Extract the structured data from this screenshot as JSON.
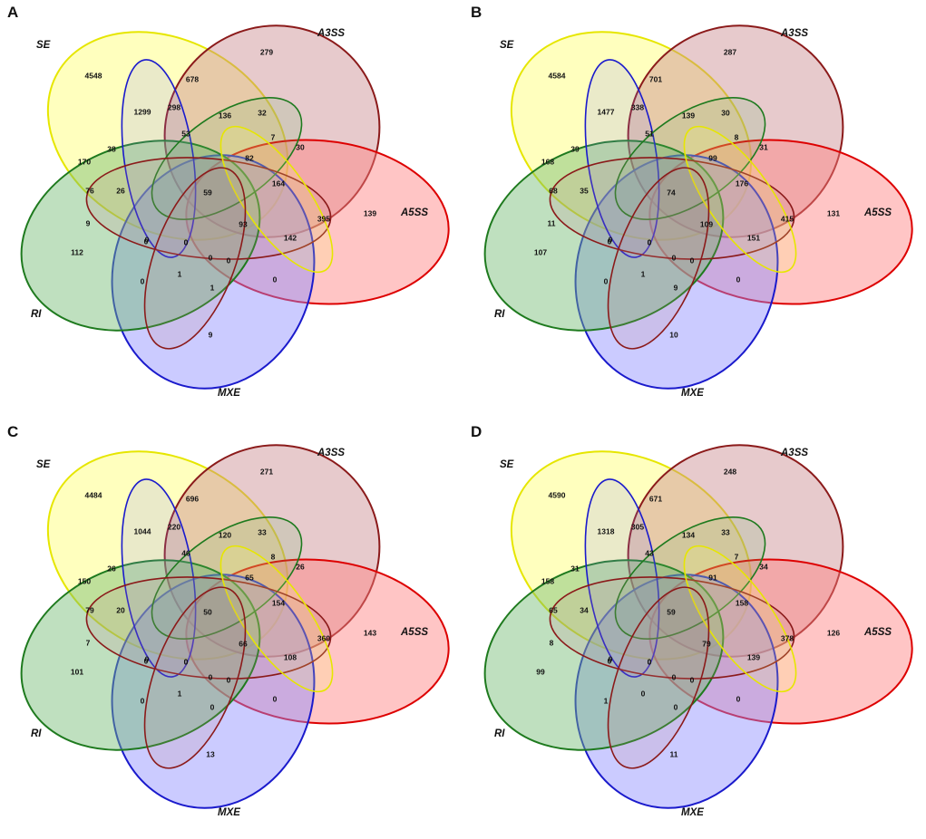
{
  "sets": {
    "SE": {
      "label": "SE",
      "fill": "#ffff6e",
      "stroke": "#e6e600"
    },
    "A3SS": {
      "label": "A3SS",
      "fill": "#c98a8f",
      "stroke": "#8b1a1a"
    },
    "A5SS": {
      "label": "A5SS",
      "fill": "#ff7f7f",
      "stroke": "#dd0000"
    },
    "MXE": {
      "label": "MXE",
      "fill": "#8c8cff",
      "stroke": "#1a1acc"
    },
    "RI": {
      "label": "RI",
      "fill": "#70bb70",
      "stroke": "#1e7a1e"
    }
  },
  "panels": [
    {
      "label": "A",
      "counts": {
        "se_only": "4548",
        "a3ss_only": "279",
        "a5ss_only": "139",
        "mxe_only": "9",
        "ri_only": "112",
        "se_a3ss": "678",
        "se_mxe": "1299",
        "se_ri": "170",
        "se_a5ss": "395",
        "a3ss_a5ss": "30",
        "ri_a5ss": "9",
        "ri_mxe": "0",
        "mxe_a5ss": "0",
        "se_a3ss_mxe": "298",
        "se_a3ss_ri": "136",
        "a3ss_ri_mxe": "32",
        "ri_a3ss_a5ss": "7",
        "se_ri_mxe": "38",
        "ri_mxe_a5ss": "0",
        "se_a5ss_mxe": "142",
        "mxe_a3ss_a5ss": "1",
        "a3ss_ri_a5ss_mxe": "53",
        "se_a3ss_ri_a5ss": "82",
        "se_ri_a5ss_mxe": "164",
        "se_a3ss_a5ss_mxe": "93",
        "ri_mxe_a5ss_a3ss": "0",
        "se_ri_a5ss": "76",
        "se_ri_mxe_a5ss": "26",
        "ri_mxe_a3ss": "0",
        "mxe_a5ss_a3ss": "1",
        "all": "59",
        "z_a": "0",
        "z_b": "0",
        "z_c": "0"
      }
    },
    {
      "label": "B",
      "counts": {
        "se_only": "4584",
        "a3ss_only": "287",
        "a5ss_only": "131",
        "mxe_only": "10",
        "ri_only": "107",
        "se_a3ss": "701",
        "se_mxe": "1477",
        "se_ri": "168",
        "se_a5ss": "415",
        "a3ss_a5ss": "31",
        "ri_a5ss": "11",
        "ri_mxe": "0",
        "mxe_a5ss": "0",
        "se_a3ss_mxe": "338",
        "se_a3ss_ri": "139",
        "a3ss_ri_mxe": "30",
        "ri_a3ss_a5ss": "8",
        "se_ri_mxe": "39",
        "ri_mxe_a5ss": "0",
        "se_a5ss_mxe": "151",
        "mxe_a3ss_a5ss": "1",
        "a3ss_ri_a5ss_mxe": "51",
        "se_a3ss_ri_a5ss": "99",
        "se_ri_a5ss_mxe": "176",
        "se_a3ss_a5ss_mxe": "109",
        "ri_mxe_a5ss_a3ss": "0",
        "se_ri_a5ss": "68",
        "se_ri_mxe_a5ss": "35",
        "ri_mxe_a3ss": "0",
        "mxe_a5ss_a3ss": "9",
        "all": "74",
        "z_a": "0",
        "z_b": "0",
        "z_c": "0"
      }
    },
    {
      "label": "C",
      "counts": {
        "se_only": "4484",
        "a3ss_only": "271",
        "a5ss_only": "143",
        "mxe_only": "13",
        "ri_only": "101",
        "se_a3ss": "696",
        "se_mxe": "1044",
        "se_ri": "150",
        "se_a5ss": "360",
        "a3ss_a5ss": "26",
        "ri_a5ss": "7",
        "ri_mxe": "0",
        "mxe_a5ss": "0",
        "se_a3ss_mxe": "220",
        "se_a3ss_ri": "120",
        "a3ss_ri_mxe": "33",
        "ri_a3ss_a5ss": "8",
        "se_ri_mxe": "26",
        "ri_mxe_a5ss": "0",
        "se_a5ss_mxe": "108",
        "mxe_a3ss_a5ss": "1",
        "a3ss_ri_a5ss_mxe": "46",
        "se_a3ss_ri_a5ss": "65",
        "se_ri_a5ss_mxe": "154",
        "se_a3ss_a5ss_mxe": "66",
        "ri_mxe_a5ss_a3ss": "0",
        "se_ri_a5ss": "79",
        "se_ri_mxe_a5ss": "20",
        "ri_mxe_a3ss": "0",
        "mxe_a5ss_a3ss": "0",
        "all": "50",
        "z_a": "0",
        "z_b": "0",
        "z_c": "0"
      }
    },
    {
      "label": "D",
      "counts": {
        "se_only": "4590",
        "a3ss_only": "248",
        "a5ss_only": "126",
        "mxe_only": "11",
        "ri_only": "99",
        "se_a3ss": "671",
        "se_mxe": "1318",
        "se_ri": "158",
        "se_a5ss": "378",
        "a3ss_a5ss": "34",
        "ri_a5ss": "8",
        "ri_mxe": "0",
        "mxe_a5ss": "0",
        "se_a3ss_mxe": "305",
        "se_a3ss_ri": "134",
        "a3ss_ri_mxe": "33",
        "ri_a3ss_a5ss": "7",
        "se_ri_mxe": "31",
        "ri_mxe_a5ss": "0",
        "se_a5ss_mxe": "139",
        "mxe_a3ss_a5ss": "0",
        "a3ss_ri_a5ss_mxe": "43",
        "se_a3ss_ri_a5ss": "91",
        "se_ri_a5ss_mxe": "158",
        "se_a3ss_a5ss_mxe": "79",
        "ri_mxe_a5ss_a3ss": "0",
        "se_ri_a5ss": "65",
        "se_ri_mxe_a5ss": "34",
        "ri_mxe_a3ss": "1",
        "mxe_a5ss_a3ss": "0",
        "all": "59",
        "z_a": "0",
        "z_b": "0",
        "z_c": "0"
      }
    }
  ]
}
